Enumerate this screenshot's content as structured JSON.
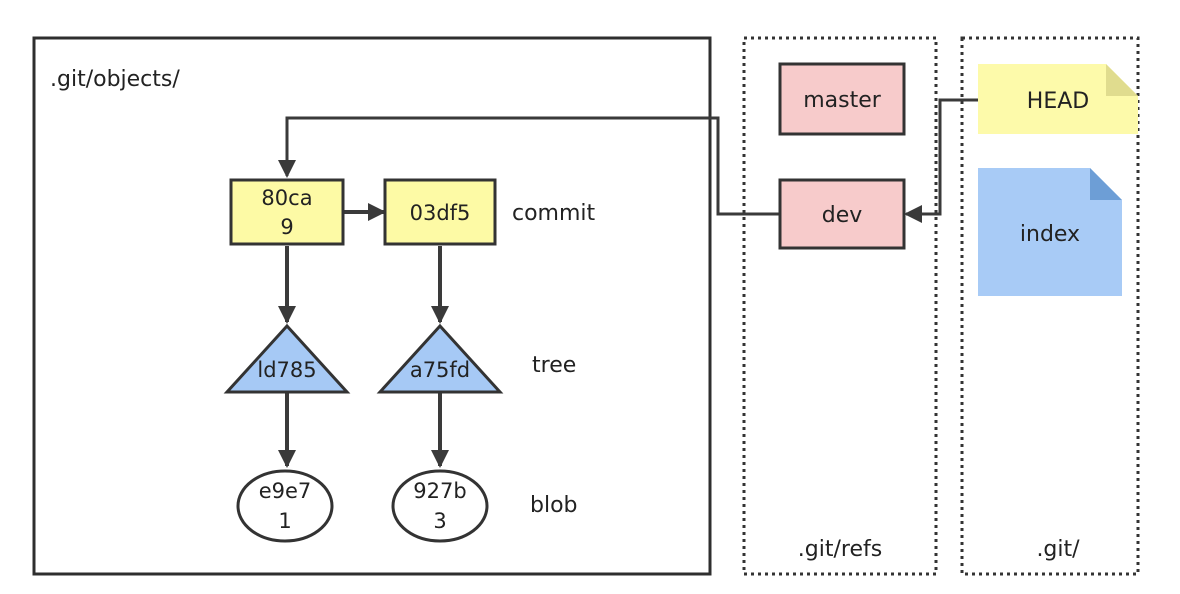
{
  "containers": {
    "objects_label": ".git/objects/",
    "refs_label": ".git/refs",
    "git_label": ".git/"
  },
  "commits": {
    "first_line1": "80ca",
    "first_line2": "9",
    "second": "03df5",
    "row_label": "commit"
  },
  "trees": {
    "first": "ld785",
    "second": "a75fd",
    "row_label": "tree"
  },
  "blobs": {
    "first_line1": "e9e7",
    "first_line2": "1",
    "second_line1": "927b",
    "second_line2": "3",
    "row_label": "blob"
  },
  "refs": {
    "master": "master",
    "dev": "dev"
  },
  "files": {
    "head": "HEAD",
    "index": "index"
  },
  "colors": {
    "commit_fill": "#fdfaa5",
    "tree_fill": "#a6c9f5",
    "ref_fill": "#f7cbcb",
    "head_fill": "#fdfaaa",
    "head_fold": "#e0dc8e",
    "index_fill": "#a8cbf6",
    "index_fold": "#6d9ed6",
    "line": "#3a3a3a"
  }
}
